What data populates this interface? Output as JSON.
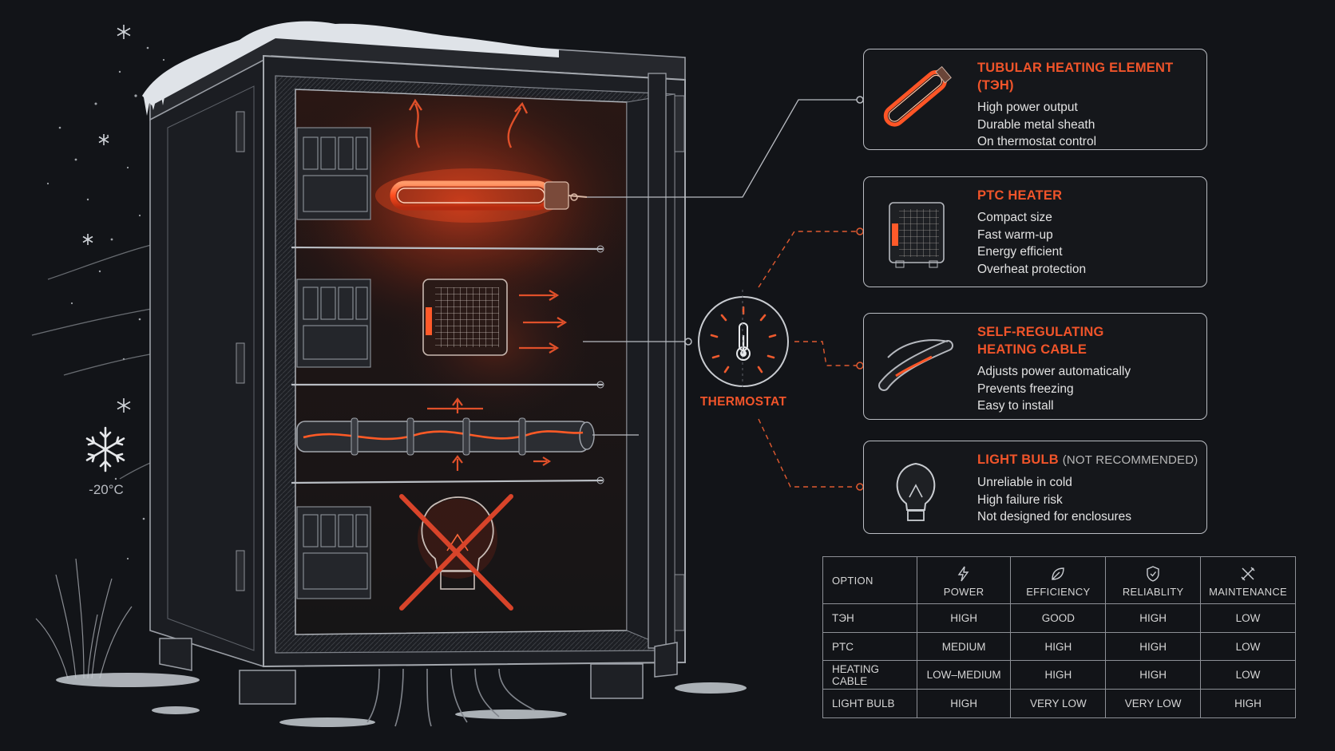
{
  "colors": {
    "accent": "#f0542a",
    "background": "#121418",
    "line": "#b9bcc2",
    "text": "#e2e2e2"
  },
  "temperature": "-20°C",
  "thermostat_label": "THERMOSTAT",
  "cards": [
    {
      "title": "TUBULAR HEATING ELEMENT (ТЭН)",
      "subtitle": "",
      "icon": "tubular-heater-icon",
      "lines": [
        "High power output",
        "Durable metal sheath",
        "On thermostat control"
      ]
    },
    {
      "title": "PTC HEATER",
      "subtitle": "",
      "icon": "ptc-heater-icon",
      "lines": [
        "Compact size",
        "Fast warm-up",
        "Energy efficient",
        "Overheat protection"
      ]
    },
    {
      "title": "SELF-REGULATING",
      "title2": "HEATING CABLE",
      "subtitle": "",
      "icon": "heating-cable-icon",
      "lines": [
        "Adjusts power automatically",
        "Prevents freezing",
        "Easy to install"
      ]
    },
    {
      "title": "LIGHT BULB",
      "subtitle": "(NOT RECOMMENDED)",
      "icon": "light-bulb-icon",
      "lines": [
        "Unreliable in cold",
        "High failure risk",
        "Not designed for enclosures"
      ]
    }
  ],
  "table": {
    "headers": [
      "OPTION",
      "POWER",
      "EFFICIENCY",
      "RELIABLITY",
      "MAINTENANCE"
    ],
    "header_icons": [
      "",
      "lightning-icon",
      "leaf-icon",
      "shield-icon",
      "tools-icon"
    ],
    "rows": [
      [
        "ТЭН",
        "HIGH",
        "GOOD",
        "HIGH",
        "LOW"
      ],
      [
        "PTC",
        "MEDIUM",
        "HIGH",
        "HIGH",
        "LOW"
      ],
      [
        "HEATING CABLE",
        "LOW–MEDIUM",
        "HIGH",
        "HIGH",
        "LOW"
      ],
      [
        "LIGHT BULB",
        "HIGH",
        "VERY LOW",
        "VERY LOW",
        "HIGH"
      ]
    ]
  }
}
